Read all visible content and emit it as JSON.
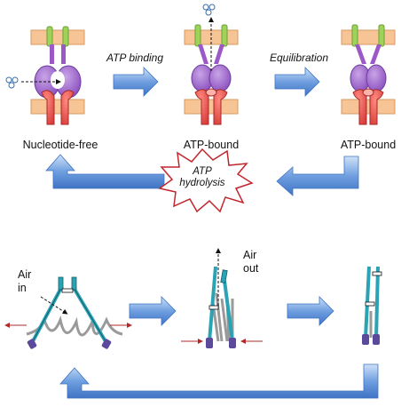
{
  "top_row": {
    "steps": [
      {
        "state_label": "Nucleotide-free"
      },
      {
        "state_label": "ATP-bound"
      },
      {
        "state_label": "ATP-bound"
      }
    ],
    "transitions": [
      {
        "label": "ATP binding"
      },
      {
        "label": "Equilibration"
      }
    ],
    "burst": {
      "line1": "ATP",
      "line2": "hydrolysis"
    }
  },
  "bottom_row": {
    "air_in": {
      "line1": "Air",
      "line2": "in"
    },
    "air_out": {
      "line1": "Air",
      "line2": "out"
    }
  },
  "colors": {
    "membrane": "#f6c495",
    "membrane_edge": "#d99a5e",
    "purple": "#9b59c8",
    "purple_light": "#c39be0",
    "red": "#e8524f",
    "green": "#9ed35a",
    "arrow_blue": "#5b8fd8",
    "arrow_light": "#c7dcf6",
    "burst_stroke": "#c0272d",
    "bellows_teal": "#2aa3b5",
    "bellows_purple": "#5b4a9b",
    "pleat_gray": "#9a9a9a",
    "push_red": "#c0392b"
  }
}
